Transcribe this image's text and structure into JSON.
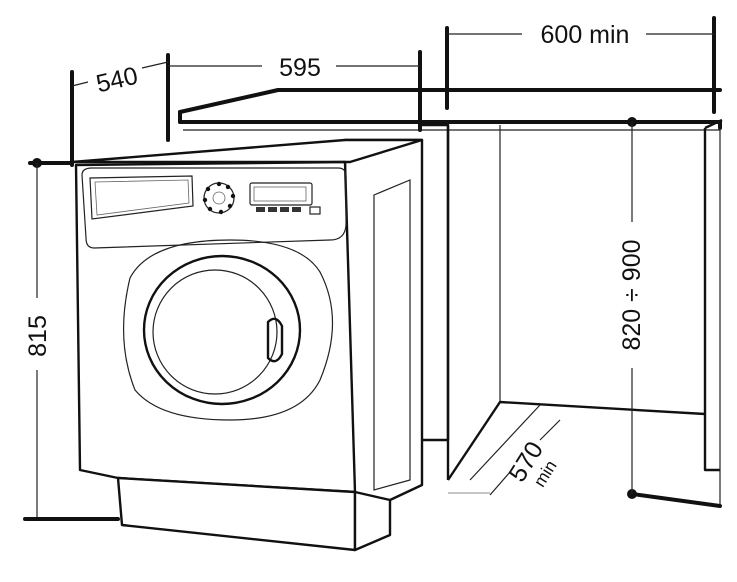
{
  "dimensions": {
    "depth": "540",
    "width": "595",
    "niche_width": "600 min",
    "height": "815",
    "counter_height": "820 ÷ 900",
    "clearance_value": "570",
    "clearance_unit": "min"
  }
}
